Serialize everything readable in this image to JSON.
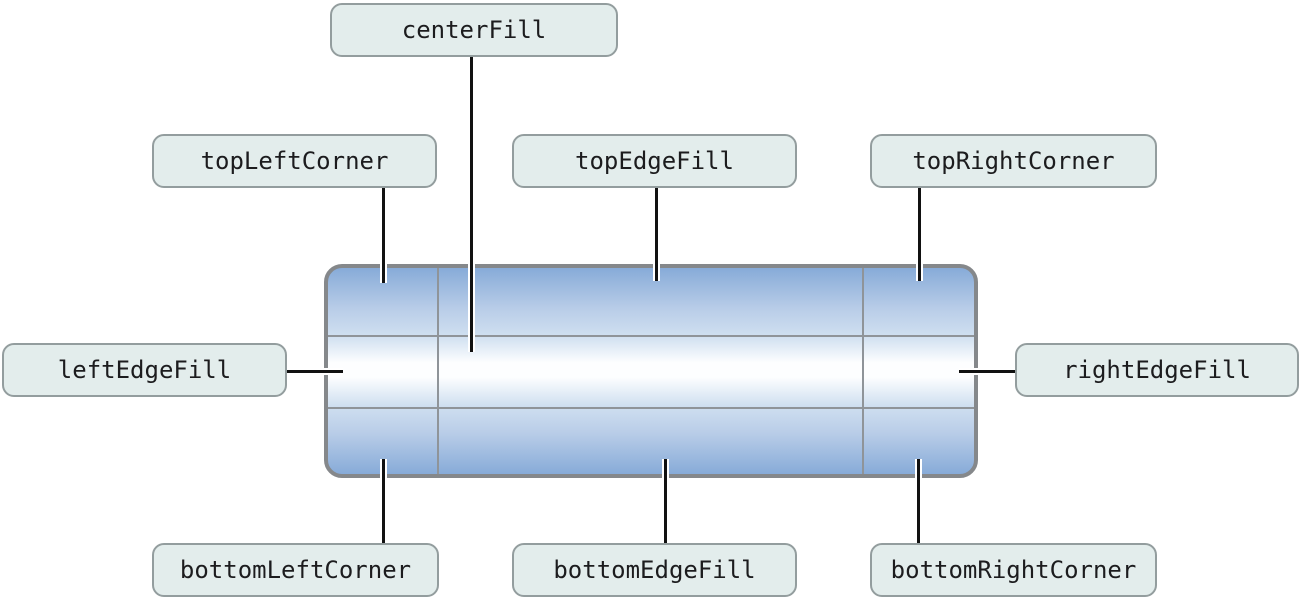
{
  "diagram": {
    "type": "nine-part-image-callout-diagram",
    "callouts": {
      "centerFill": "centerFill",
      "topLeftCorner": "topLeftCorner",
      "topEdgeFill": "topEdgeFill",
      "topRightCorner": "topRightCorner",
      "leftEdgeFill": "leftEdgeFill",
      "rightEdgeFill": "rightEdgeFill",
      "bottomLeftCorner": "bottomLeftCorner",
      "bottomEdgeFill": "bottomEdgeFill",
      "bottomRightCorner": "bottomRightCorner"
    },
    "colors": {
      "label_fill": "#e3edec",
      "label_border": "#939d9e",
      "label_text": "#1c1c1e",
      "shape_border": "#85888b",
      "shape_gradient_top": "#87abd8",
      "shape_gradient_middle": "#fdfeff",
      "shape_gradient_bottom": "#87abd8",
      "grid_line": "#8f9499",
      "connector_line": "#111111",
      "connector_casing": "#ffffff"
    }
  }
}
